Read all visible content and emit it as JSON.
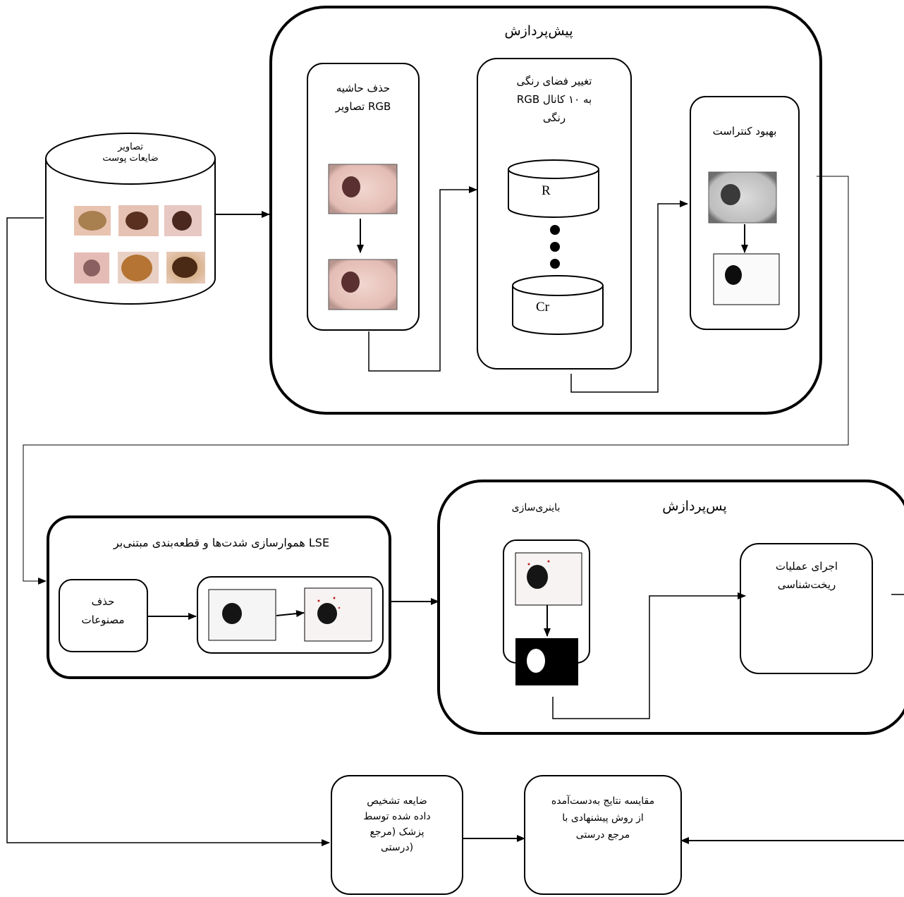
{
  "preprocessing": {
    "title": "پیش‌پردازش",
    "border_removal": [
      "حذف حاشیه",
      "تصاویر RGB"
    ],
    "color_space": [
      "تغییر فضای رنگی",
      "RGB به ۱۰ کانال",
      "رنگی"
    ],
    "channel_first": "R",
    "channel_last": "Cr",
    "contrast": "بهبود کنتراست"
  },
  "database": {
    "label": [
      "تصاویر",
      "ضایعات پوست"
    ]
  },
  "segmentation": {
    "title": "هموارسازی شدت‌ها و قطعه‌بندی مبتنی‌بر LSE",
    "artifact_removal": [
      "حذف",
      "مصنوعات"
    ]
  },
  "postprocessing": {
    "title": "پس‌پردازش",
    "binarization": "باینری‌سازی",
    "morphology": [
      "اجرای عملیات",
      "ریخت‌شناسی"
    ]
  },
  "ground_truth": {
    "label": [
      "ضایعه تشخیص",
      "داده شده توسط",
      "پزشک (مرجع",
      "درستی)"
    ]
  },
  "comparison": {
    "label": [
      "مقایسه نتایج به‌دست‌آمده",
      "از روش پیشنهادی با",
      "مرجع درستی"
    ]
  }
}
